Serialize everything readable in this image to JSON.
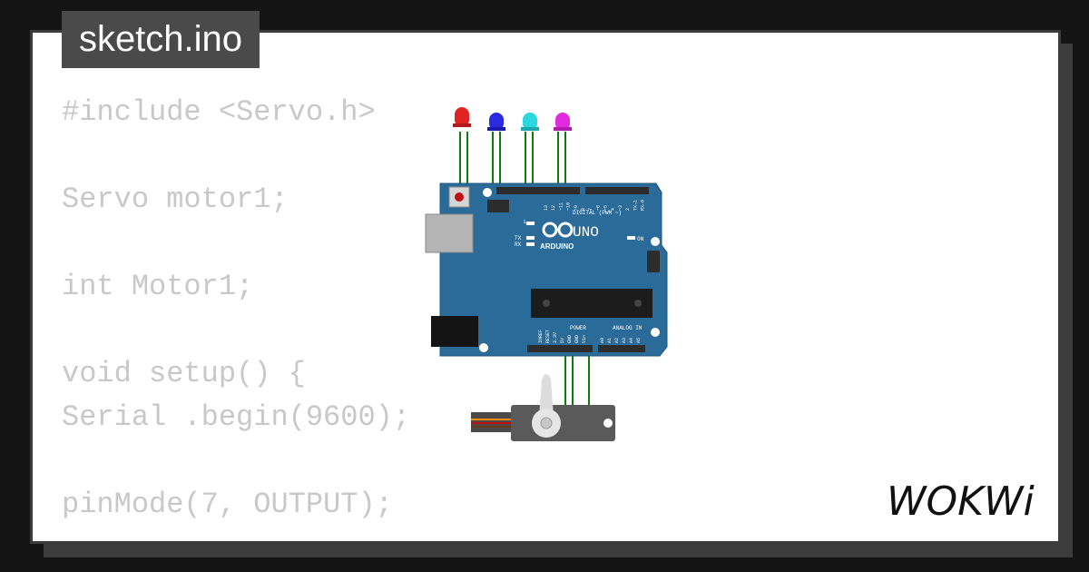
{
  "file_tab": {
    "label": "sketch.ino"
  },
  "code": {
    "lines": [
      "#include <Servo.h>",
      "",
      "Servo motor1;",
      "",
      "int Motor1;",
      "",
      "void setup() {",
      "Serial .begin(9600);",
      "",
      "pinMode(7, OUTPUT);"
    ]
  },
  "board": {
    "name": "UNO",
    "brand": "ARDUINO",
    "on_label": "ON",
    "l_label": "L",
    "tx_label": "TX",
    "rx_label": "RX",
    "digital_label": "DIGITAL (PWM ~)",
    "power_label": "POWER",
    "analog_label": "ANALOG IN",
    "aref_label": "AREF",
    "gnd_label": "GND",
    "top_pins": [
      "13",
      "12",
      "~11",
      "~10",
      "~9",
      "8",
      "7",
      "~6",
      "~5",
      "4",
      "~3",
      "2",
      "TX→1",
      "RX←0"
    ],
    "power_pins": [
      "IOREF",
      "RESET",
      "3.3V",
      "5V",
      "GND",
      "GND",
      "Vin"
    ],
    "analog_pins": [
      "A0",
      "A1",
      "A2",
      "A3",
      "A4",
      "A5"
    ]
  },
  "leds": [
    {
      "color": "red",
      "hex": "#e02424"
    },
    {
      "color": "blue",
      "hex": "#2a2ae0"
    },
    {
      "color": "cyan",
      "hex": "#2ad8e0"
    },
    {
      "color": "magenta",
      "hex": "#e02ae0"
    }
  ],
  "colors": {
    "board": "#2a6b9a",
    "wire": "#0e7a0e",
    "servo_body": "#5a5a5a",
    "code_text": "#c8c8c8"
  },
  "logo": {
    "text": "WOKWi"
  }
}
